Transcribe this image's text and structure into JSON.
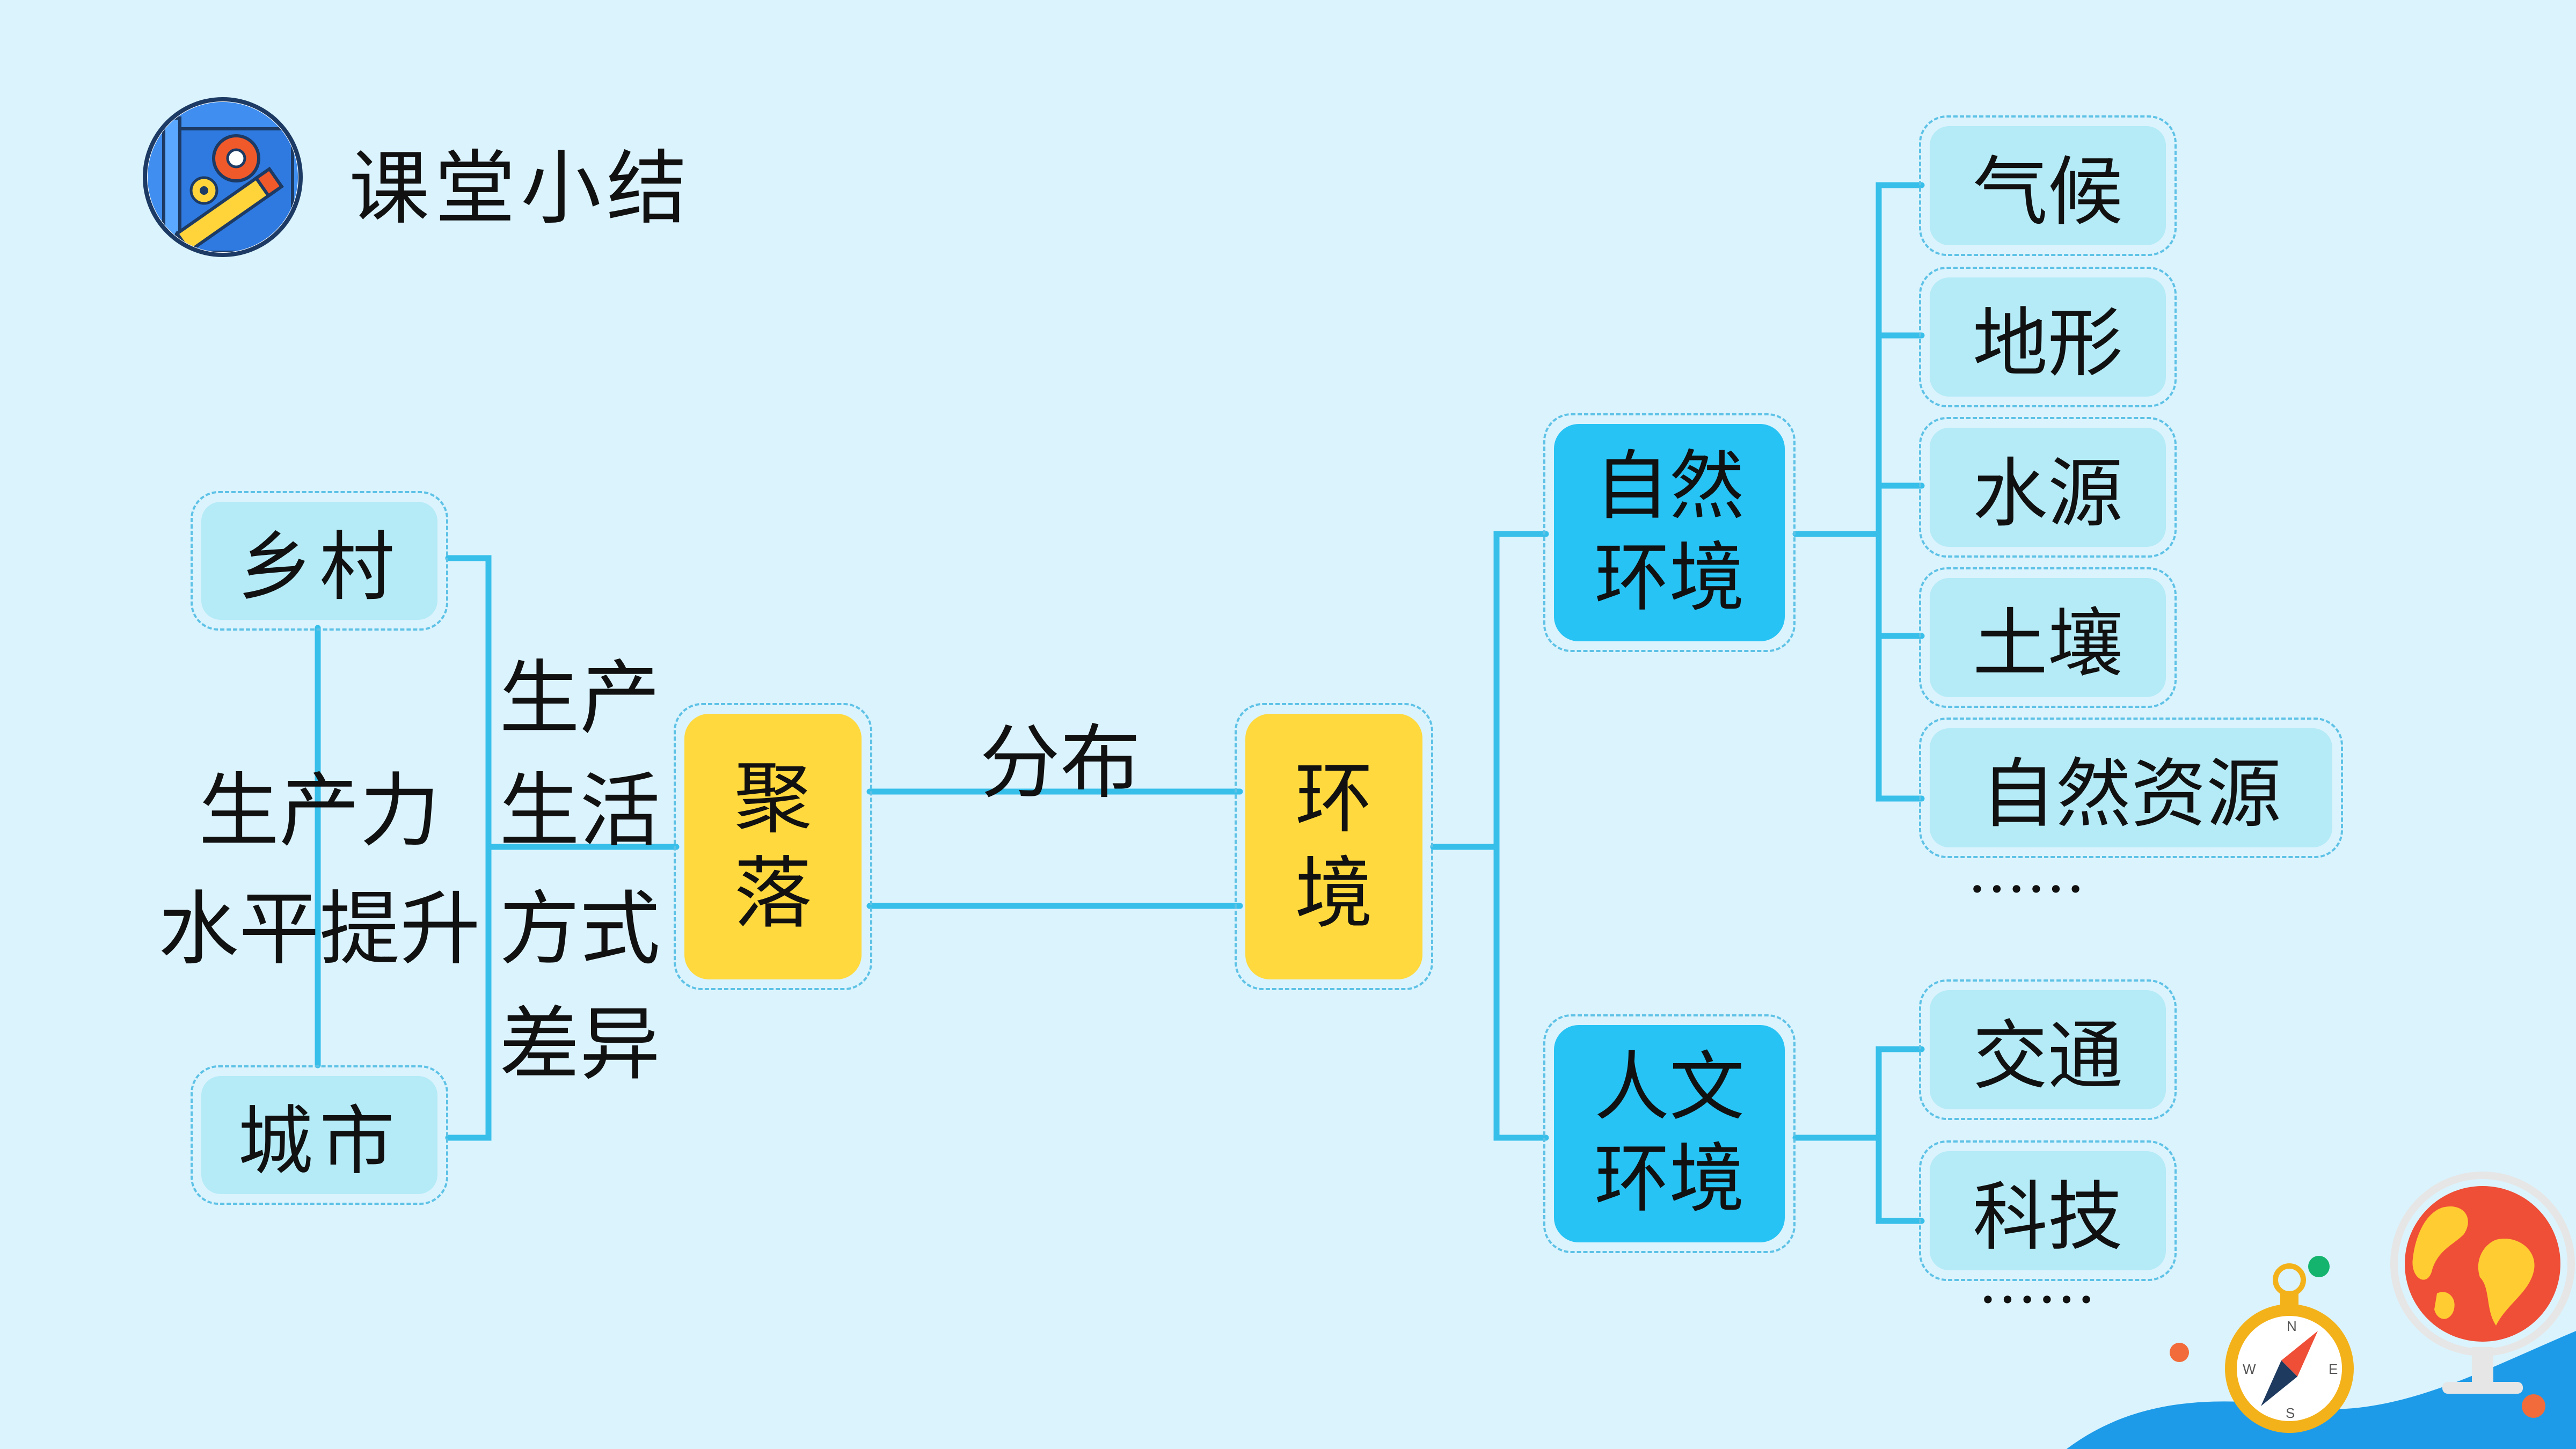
{
  "header": {
    "title": "课堂小结",
    "icon": "blueprint-gear-pencil-icon"
  },
  "colors": {
    "background": "#dbf3fd",
    "line": "#37bfea",
    "light_box": "#b4ebf7",
    "cyan_box": "#27c3f4",
    "yellow_box": "#ffd93d"
  },
  "diagram": {
    "rural": "乡村",
    "urban": "城市",
    "productivity": [
      "生产力",
      "水平提升"
    ],
    "lifestyle": [
      "生产",
      "生活",
      "方式",
      "差异"
    ],
    "settlement": [
      "聚",
      "落"
    ],
    "distribution": "分布",
    "environment": [
      "环",
      "境"
    ],
    "natural_env": [
      "自然",
      "环境"
    ],
    "human_env": [
      "人文",
      "环境"
    ],
    "natural_items": [
      "气候",
      "地形",
      "水源",
      "土壤",
      "自然资源"
    ],
    "natural_more": "……",
    "human_items": [
      "交通",
      "科技"
    ],
    "human_more": "……"
  },
  "decoration": {
    "globe": "globe-icon",
    "compass": "compass-icon",
    "compass_letters": [
      "N",
      "E",
      "S",
      "W"
    ]
  }
}
